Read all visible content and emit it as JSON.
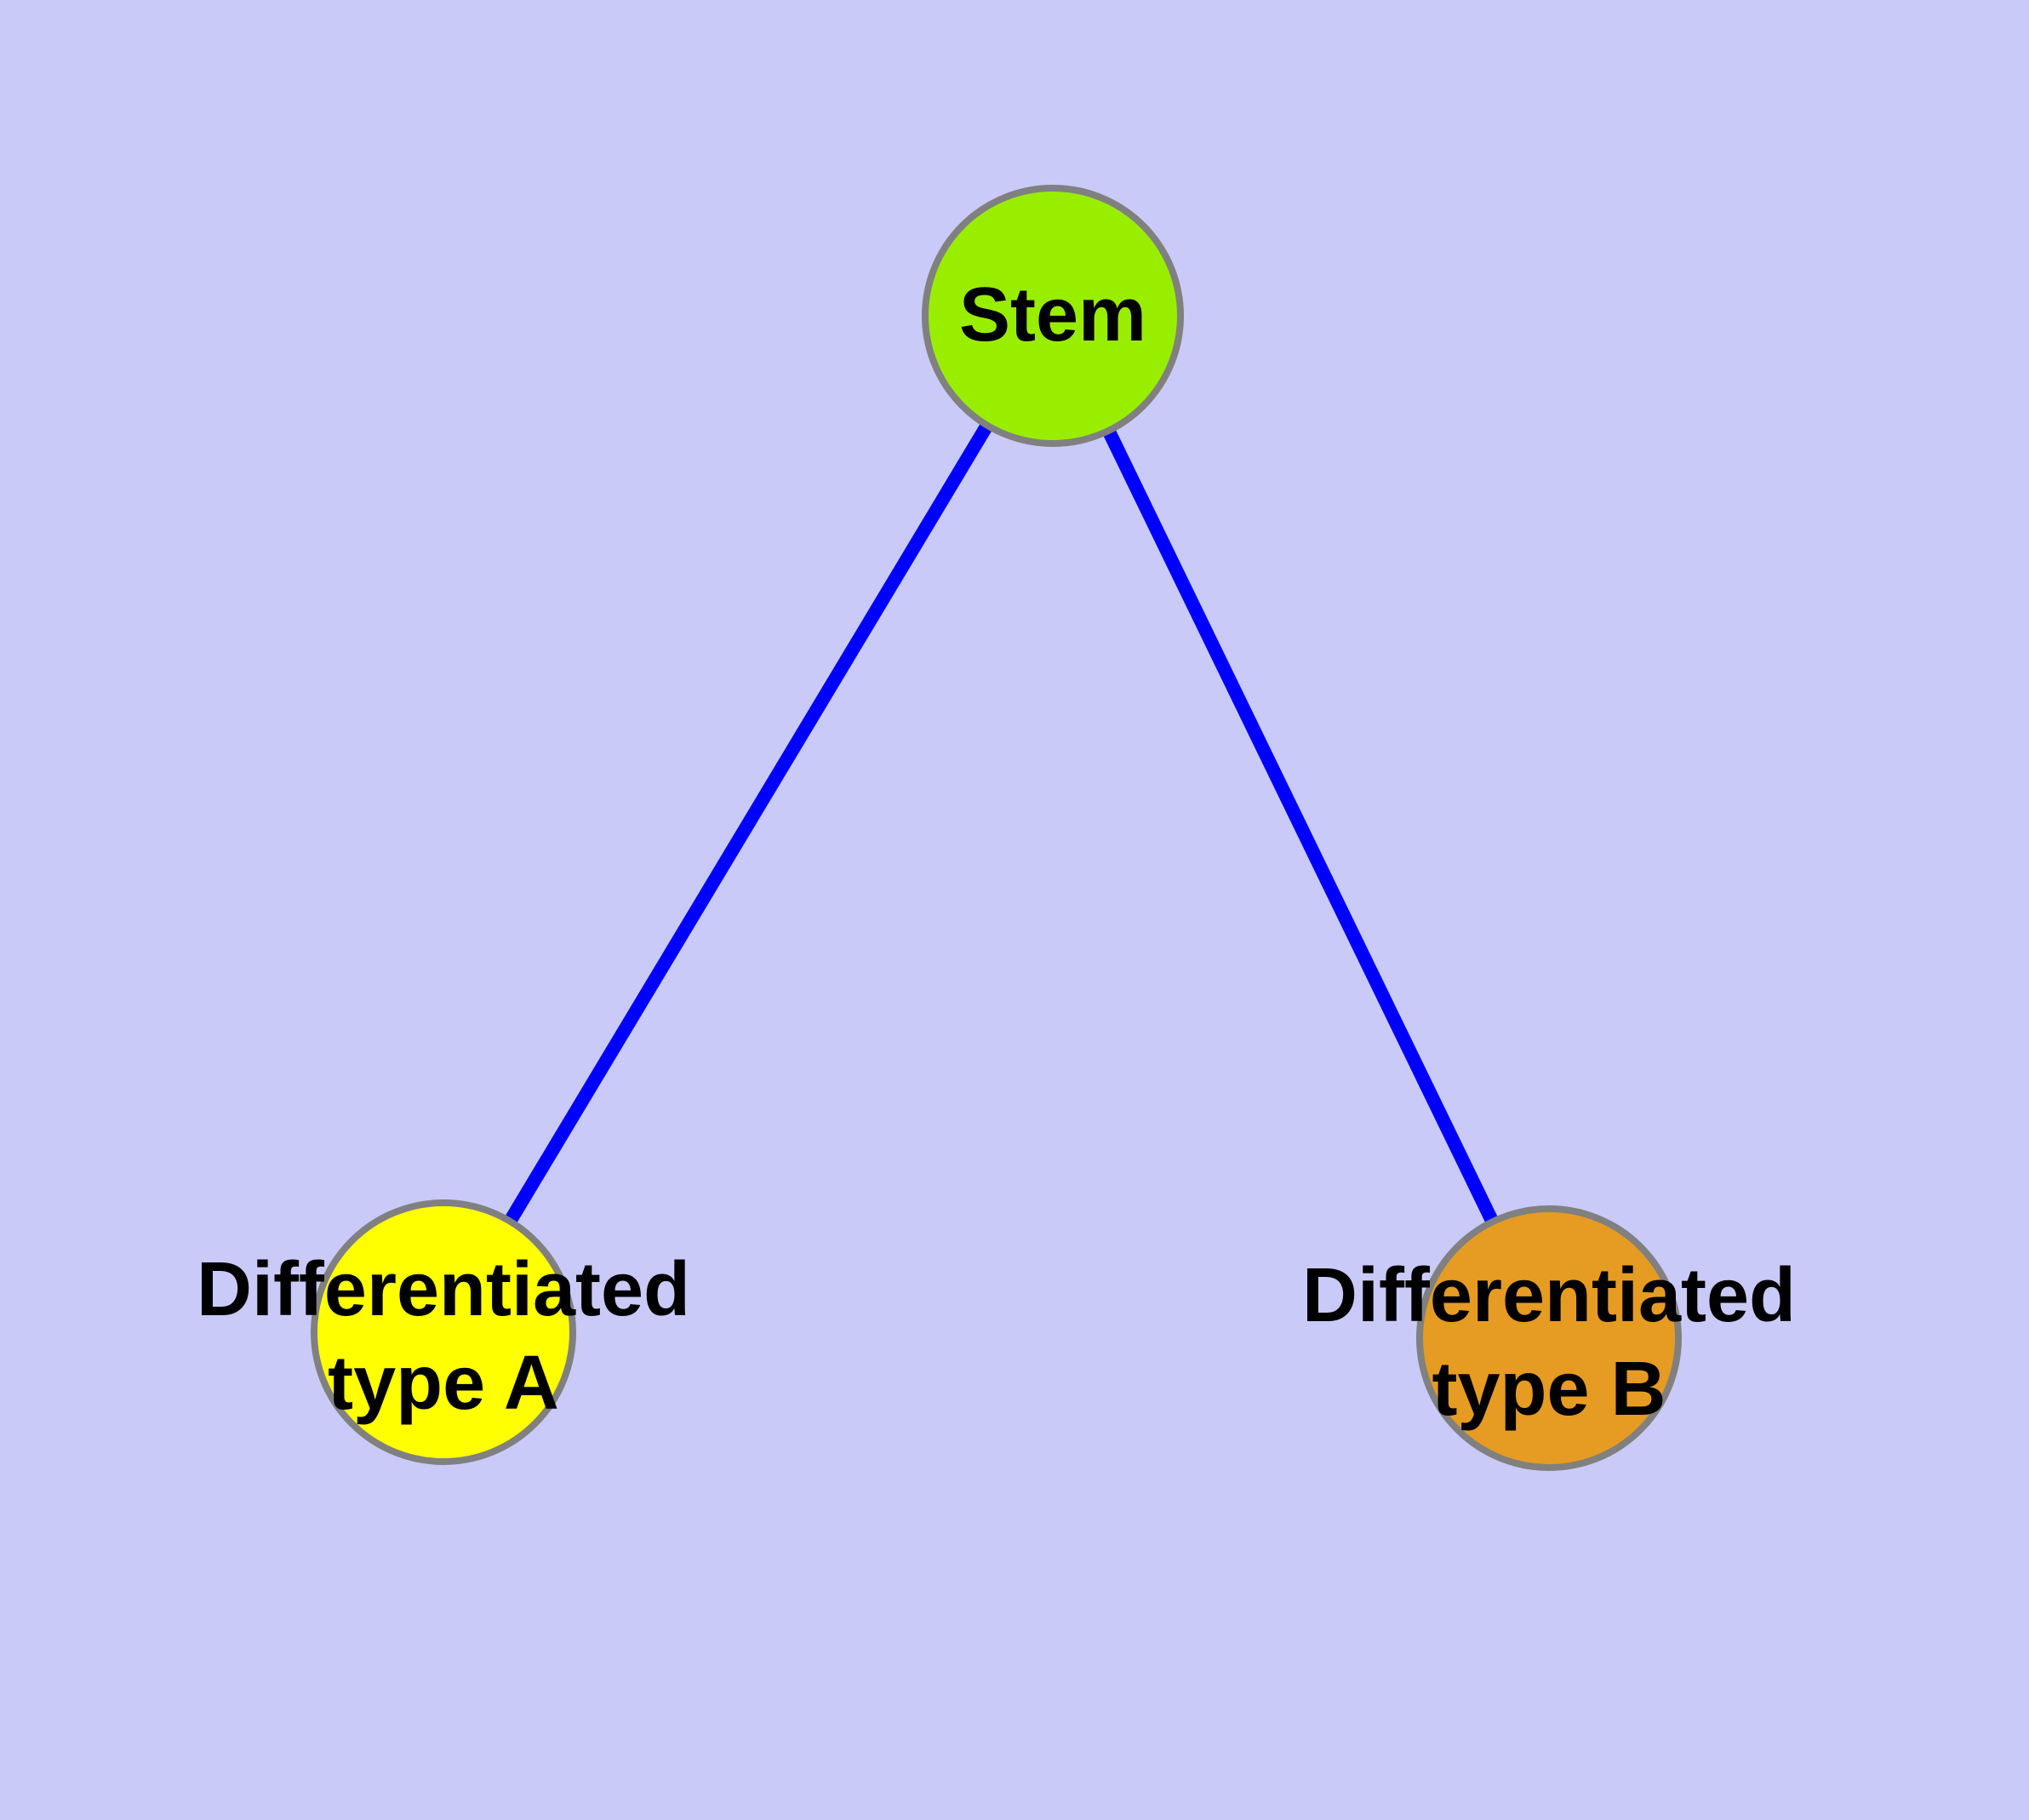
{
  "diagram": {
    "description": "Stem cell differentiation graph",
    "colors": {
      "background": "#CACAF8",
      "edge": "#0000FF",
      "node_border": "#808080",
      "label_text": "#000000"
    },
    "nodes": {
      "stem": {
        "label": "Stem",
        "color": "#99EE00"
      },
      "type_a": {
        "label_line1": "Differentiated",
        "label_line2": "type A",
        "color": "#FFFF00"
      },
      "type_b": {
        "label_line1": "Differentiated",
        "label_line2": "type B",
        "color": "#E69B22"
      }
    },
    "edges": [
      {
        "from": "Stem",
        "to": "Differentiated type A"
      },
      {
        "from": "Stem",
        "to": "Differentiated type B"
      }
    ]
  }
}
